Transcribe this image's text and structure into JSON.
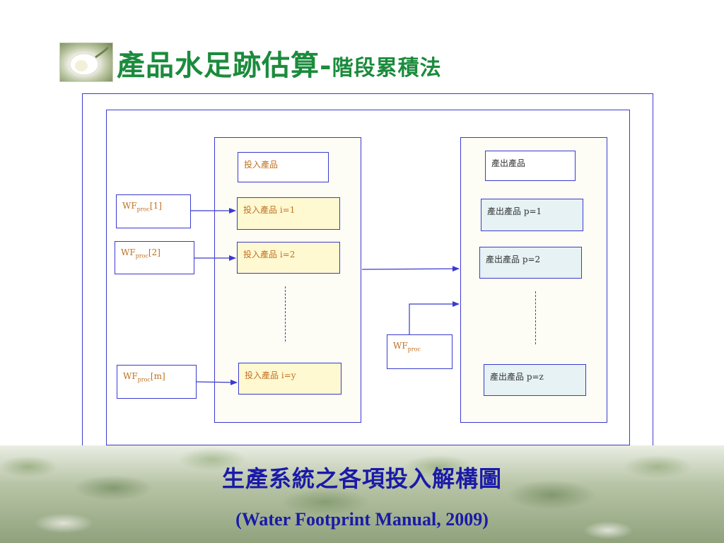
{
  "slide": {
    "title_main": "產品水足跡估算-",
    "title_sub": "階段累積法",
    "caption_line1": "生產系統之各項投入解構圖",
    "caption_line2": "(Water Footprint Manual, 2009)"
  },
  "diagram": {
    "input_header": "投入產品",
    "output_header": "產出產品",
    "inputs": [
      {
        "label": "投入產品 i=1"
      },
      {
        "label": "投入產品 i=2"
      },
      {
        "label": "投入產品 i=y"
      }
    ],
    "outputs": [
      {
        "label": "產出產品 p=1"
      },
      {
        "label": "產出產品 p=2"
      },
      {
        "label": "產出產品 p=z"
      }
    ],
    "wf_inputs": [
      {
        "base": "WF",
        "sub": "proc",
        "suffix": "[1]"
      },
      {
        "base": "WF",
        "sub": "proc",
        "suffix": "[2]"
      },
      {
        "base": "WF",
        "sub": "proc",
        "suffix": "[m]"
      }
    ],
    "wf_process": {
      "base": "WF",
      "sub": "proc"
    }
  },
  "colors": {
    "title": "#1b8b3c",
    "caption": "#1a1aa8",
    "line": "#3a3ad0",
    "input_fill": "#fff9d2",
    "output_fill": "#e6f2f4"
  }
}
